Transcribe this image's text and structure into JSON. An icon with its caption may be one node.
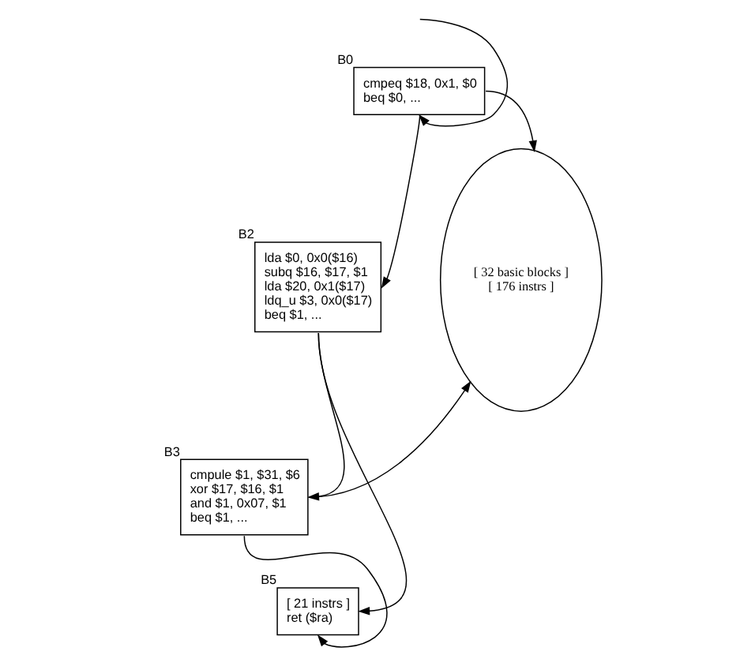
{
  "diagram": {
    "nodes": [
      {
        "text": [
          "B0",
          "cmpeq $18, 0x1, $0",
          "beq $0, ..."
        ]
      },
      {
        "text": [
          "B2",
          "lda $0, 0x0($16)",
          "subq $16, $17, $1",
          "lda $20, 0x1($17)",
          "ldq_u $3, 0x0($17)",
          "beq $1, ..."
        ]
      },
      {
        "text": [
          "[ 32 basic blocks ]",
          "[ 176 instrs ]"
        ]
      },
      {
        "text": [
          "B3",
          "cmpule $1, $31, $6",
          "xor $17, $16, $1",
          "and $1, 0x07, $1",
          "beq $1, ..."
        ]
      },
      {
        "text": [
          "B5",
          "[ 21 instrs ]",
          "ret ($ra)"
        ]
      }
    ],
    "edges": [
      {
        "from": null,
        "to": 0,
        "arrow": "to"
      },
      {
        "from": 0,
        "to": 1,
        "arrow": "to"
      },
      {
        "from": 0,
        "to": 2,
        "arrow": "to"
      },
      {
        "from": 1,
        "to": 3,
        "arrow": "to"
      },
      {
        "from": 1,
        "to": 4,
        "arrow": "to"
      },
      {
        "from": 3,
        "to": 4,
        "arrow": "to"
      },
      {
        "from": 3,
        "to": 2,
        "arrow": "to"
      }
    ]
  }
}
